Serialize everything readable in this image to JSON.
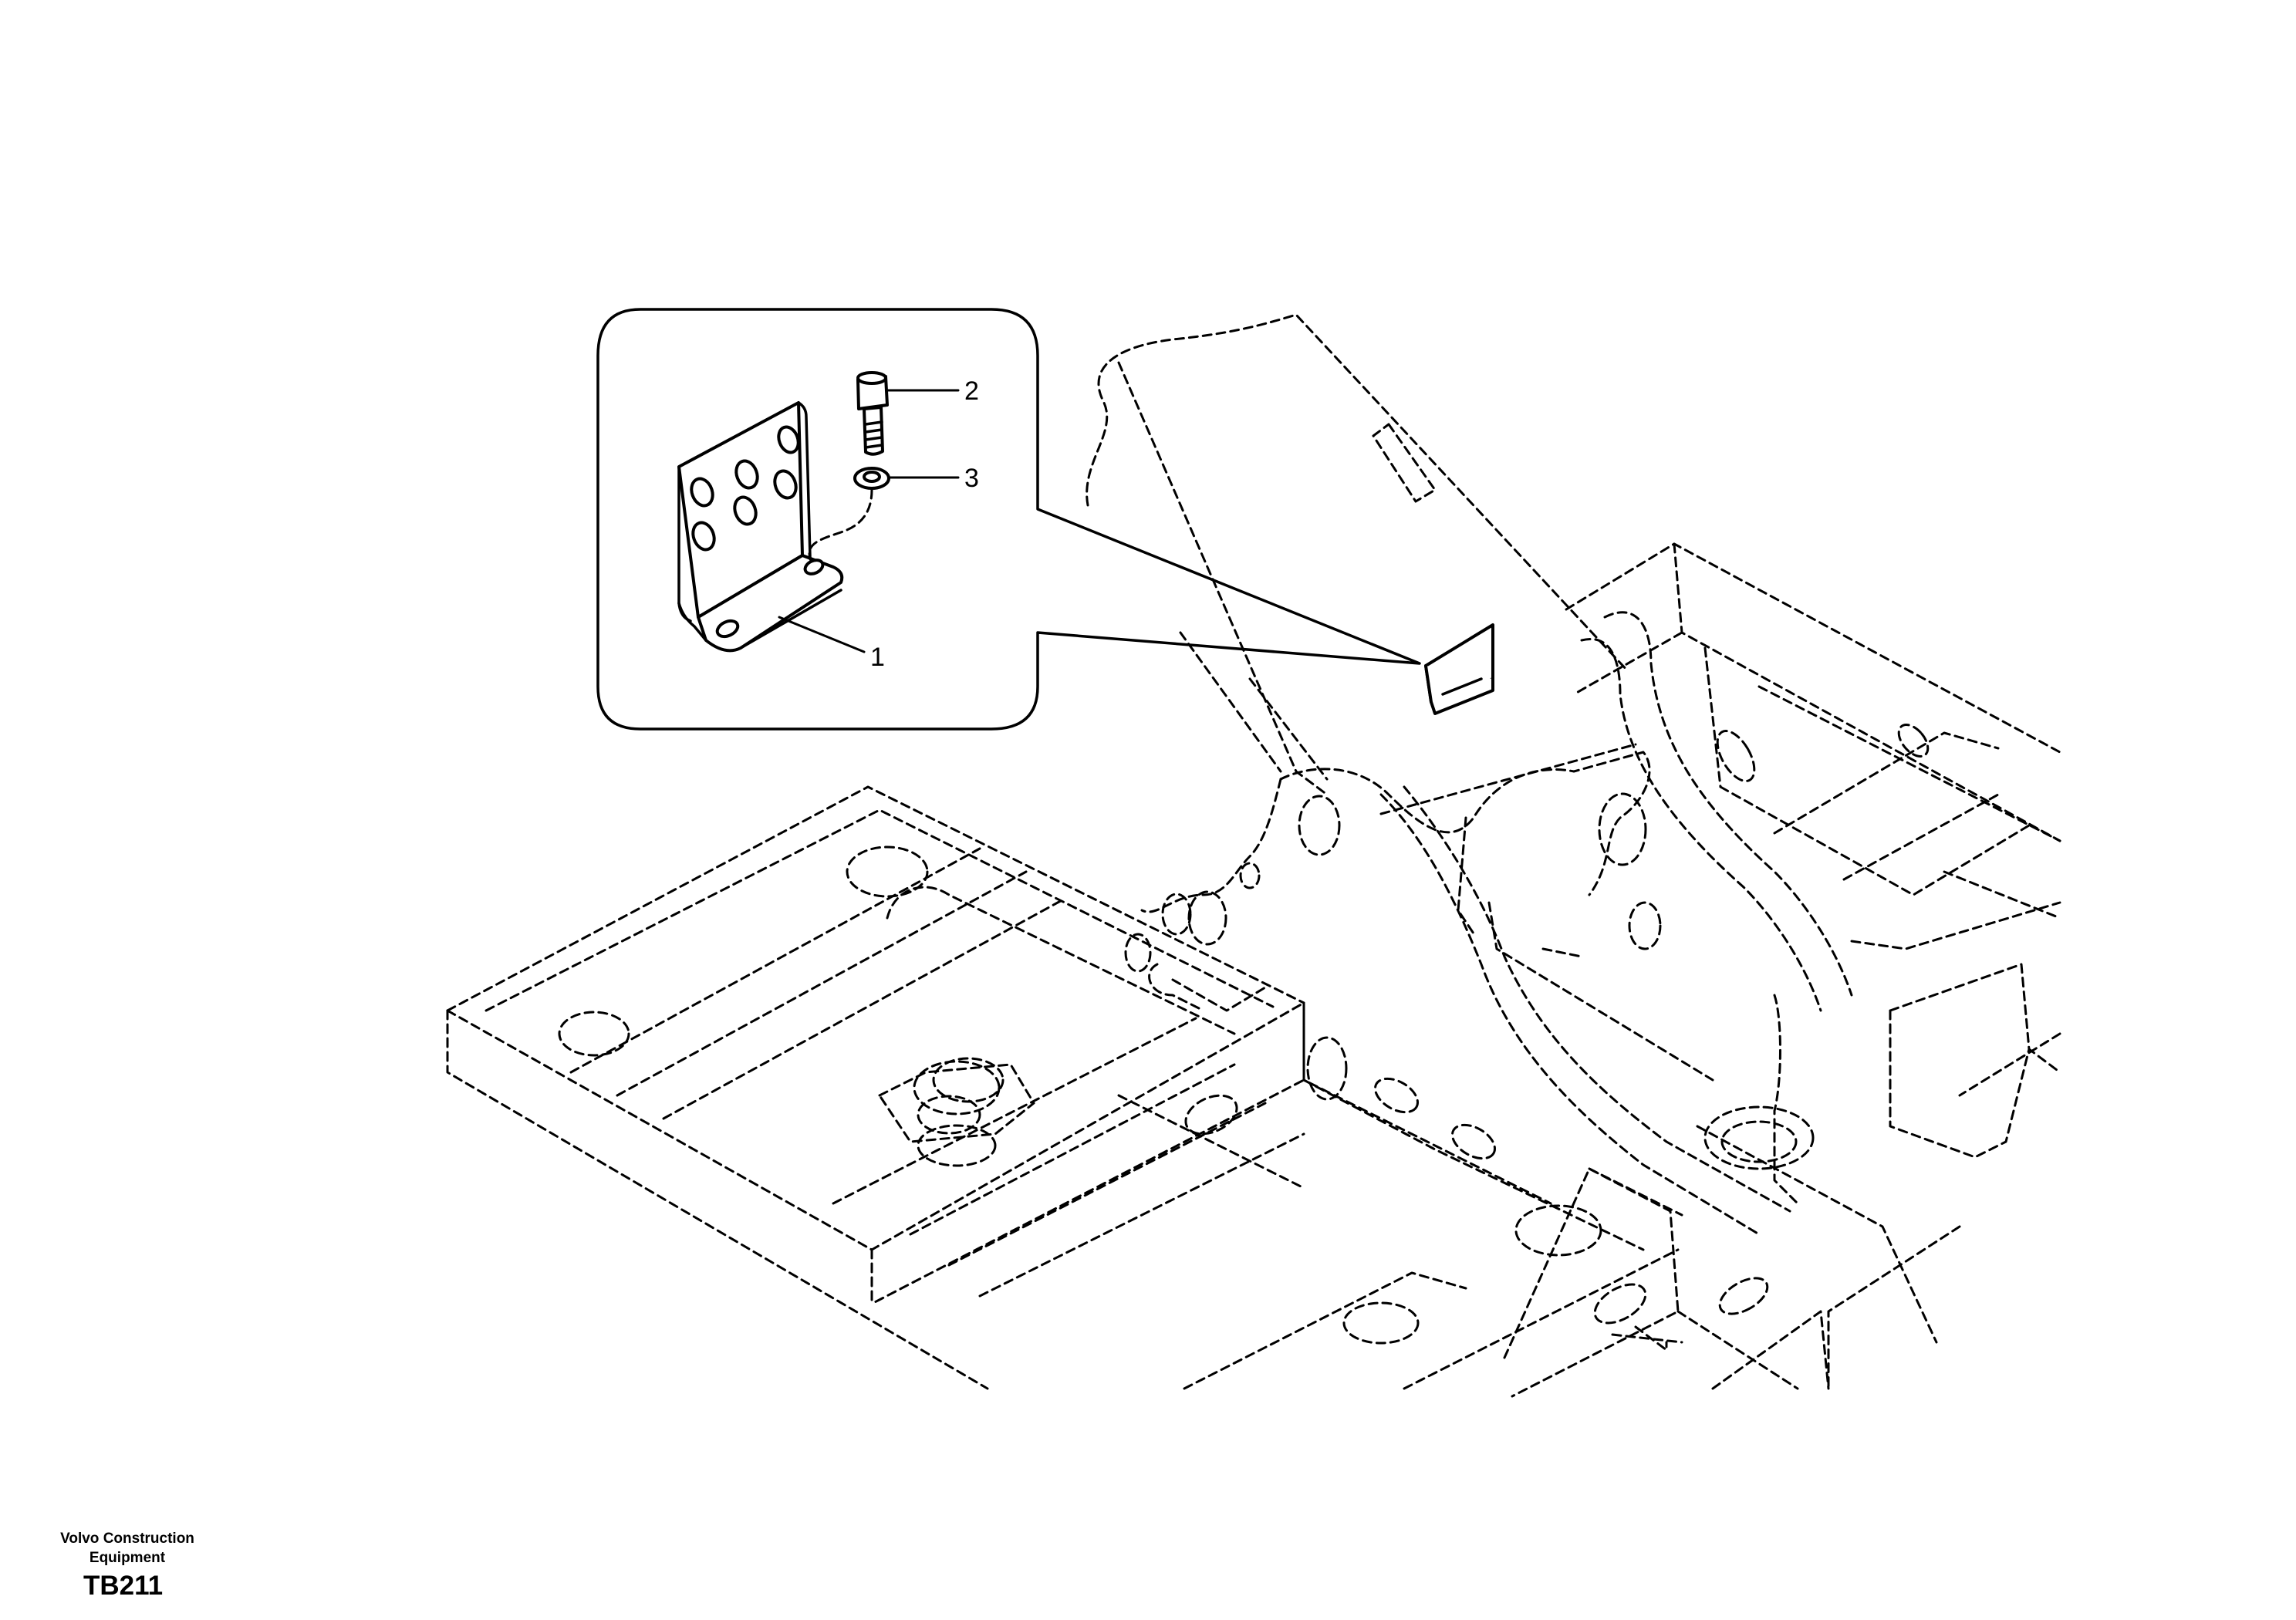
{
  "callouts": [
    {
      "number": "1",
      "part": "bracket"
    },
    {
      "number": "2",
      "part": "bolt"
    },
    {
      "number": "3",
      "part": "washer"
    }
  ],
  "footer": {
    "company_line1": "Volvo Construction",
    "company_line2": "Equipment",
    "figure_code": "TB211"
  }
}
